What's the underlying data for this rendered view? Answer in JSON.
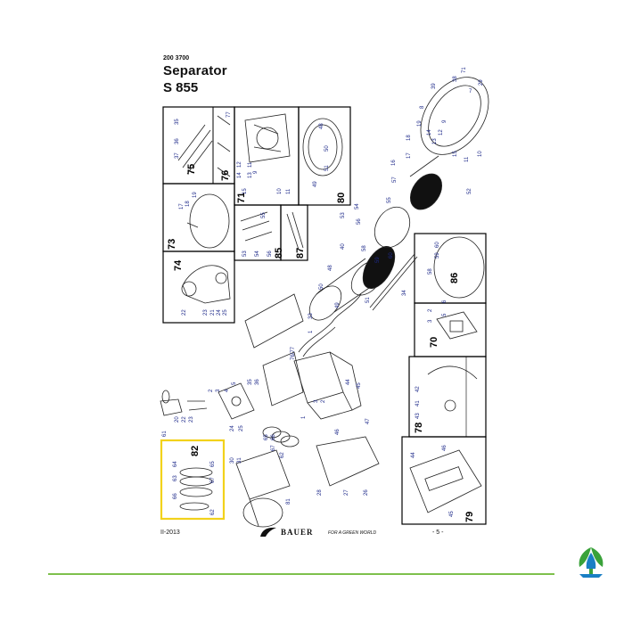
{
  "header": {
    "doc_code": "200 3700",
    "title": "Separator",
    "model": "S 855"
  },
  "footer": {
    "date_code": "II-2013",
    "page": "- 5 -",
    "brand": "BAUER",
    "slogan": "FOR A GREEN WORLD"
  },
  "colors": {
    "part_label": "#1e2a8a",
    "highlight_box": "#f2d21b",
    "rule": "#7ec04c",
    "logo_green": "#3aa23a",
    "logo_blue": "#1a7fc4"
  },
  "boxes": {
    "b75": "75",
    "b76": "76",
    "b71": "71",
    "b80": "80",
    "b73": "73",
    "b74": "74",
    "b85": "85",
    "b87": "87",
    "b86": "86",
    "b70": "70",
    "b78": "78",
    "b79": "79",
    "b82": "82"
  },
  "labels": {
    "l_35a": "35",
    "l_36": "36",
    "l_37": "37",
    "l_77": "77",
    "l_12a": "12",
    "l_11a": "11",
    "l_9": "9",
    "l_14a": "14",
    "l_13a": "13",
    "l_15a": "15",
    "l_10a": "10",
    "l_11b": "11",
    "l_48a": "48",
    "l_50a": "50",
    "l_51a": "51",
    "l_49a": "49",
    "l_17a": "17",
    "l_18a": "18",
    "l_19a": "19",
    "l_22": "22",
    "l_23": "23",
    "l_21": "21",
    "l_24": "24",
    "l_25a": "25",
    "l_53a": "53",
    "l_54a": "54",
    "l_55a": "55",
    "l_56a": "56",
    "l_39": "39",
    "l_38": "38",
    "l_71c": "71",
    "l_29": "29",
    "l_7": "7",
    "l_8": "8",
    "l_19b": "19",
    "l_18b": "18",
    "l_17b": "17",
    "l_16": "16",
    "l_14b": "14",
    "l_13b": "13",
    "l_12b": "12",
    "l_9b": "9",
    "l_11c": "11",
    "l_10b": "10",
    "l_15b": "15",
    "l_57": "57",
    "l_52": "52",
    "l_53b": "53",
    "l_54b": "54",
    "l_56b": "56",
    "l_55b": "55",
    "l_58a": "58",
    "l_40": "40",
    "l_59": "59",
    "l_60": "60",
    "l_48b": "48",
    "l_50b": "50",
    "l_51b": "51",
    "l_49b": "49",
    "l_34": "34",
    "l_33": "33",
    "l_1": "1",
    "l_58b": "58",
    "l_59b": "59",
    "l_60b": "60",
    "l_6": "6",
    "l_5": "5",
    "l_2a": "2",
    "l_3a": "3",
    "l_42": "42",
    "l_41": "41",
    "l_43": "43",
    "l_44a": "44",
    "l_45": "45",
    "l_47": "47",
    "l_46a": "46",
    "l_26": "26",
    "l_27": "27",
    "l_28": "28",
    "l_44b": "44",
    "l_46b": "46",
    "l_45b": "45",
    "l_61": "61",
    "l_20": "20",
    "l_22b": "22",
    "l_23b": "23",
    "l_2b": "2",
    "l_3b": "3",
    "l_4": "4",
    "l_5b": "5",
    "l_24b": "24",
    "l_25b": "25",
    "l_35b": "35",
    "l_36b": "36",
    "l_7677": "76/77",
    "l_30": "30",
    "l_31": "31",
    "l_62": "62",
    "l_65a": "65",
    "l_66a": "66",
    "l_67a": "67",
    "l_81": "81",
    "l_64": "64",
    "l_63": "63",
    "l_65b": "65",
    "l_67b": "67",
    "l_66b": "66",
    "l_62b": "62",
    "l_3c": "3",
    "l_2c": "2",
    "l_1b": "1"
  }
}
